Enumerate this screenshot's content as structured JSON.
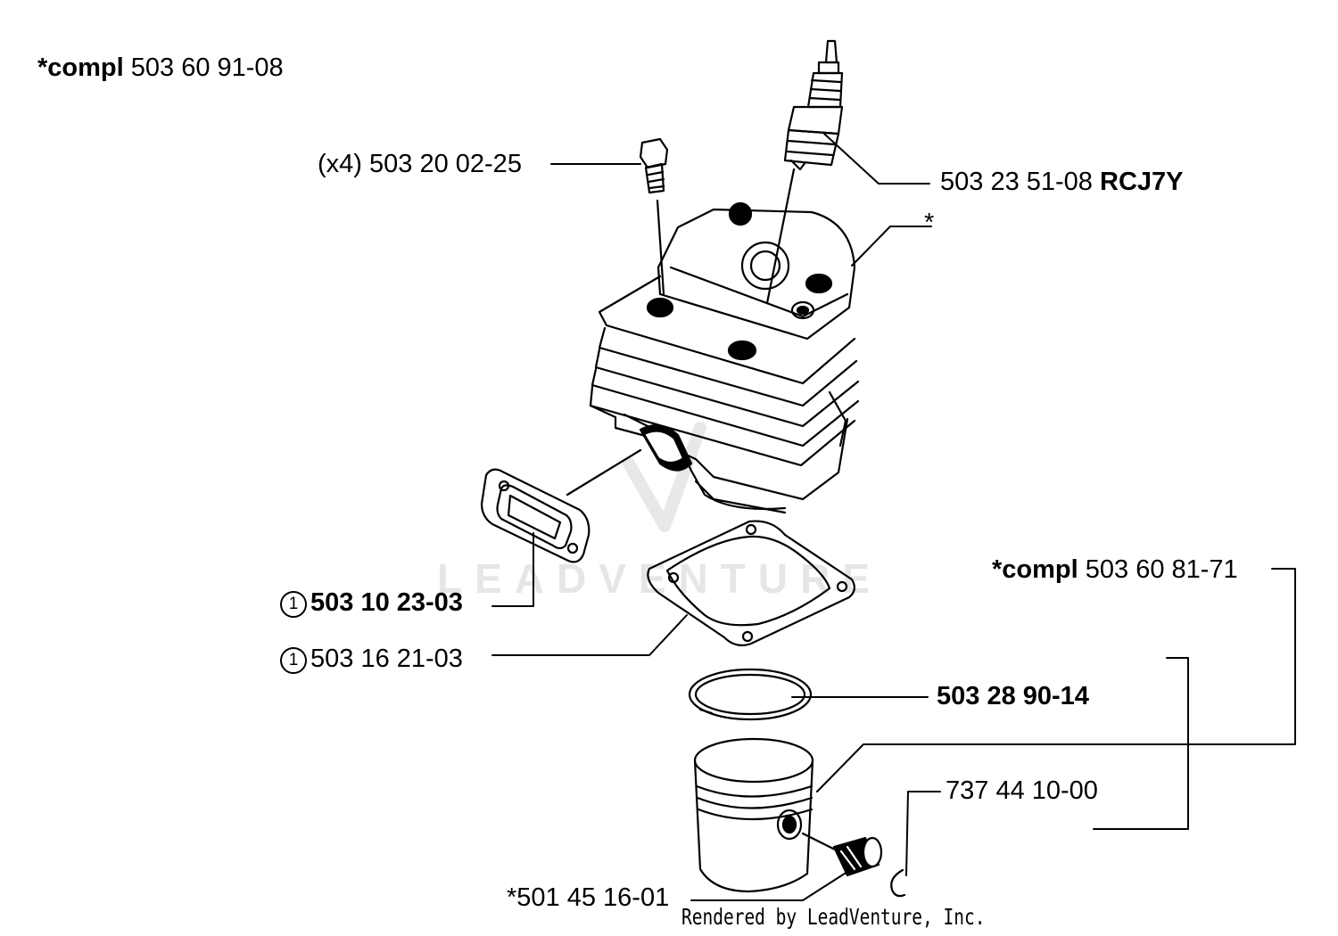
{
  "watermark": "LEADVENTURE",
  "footer": "Rendered by LeadVenture, Inc.",
  "callouts": {
    "cylinder_kit": {
      "prefix": "*compl",
      "number": "503 60 91-08"
    },
    "bolt": {
      "qty": "(x4)",
      "number": "503 20 02-25"
    },
    "spark_plug": {
      "number": "503 23 51-08",
      "type": "RCJ7Y"
    },
    "cylinder": {
      "mark": "*"
    },
    "exhaust_gasket": {
      "circle": "1",
      "number": "503 10 23-03"
    },
    "base_gasket": {
      "circle": "1",
      "number": "503 16 21-03"
    },
    "piston_kit": {
      "prefix": "*compl",
      "number": "503 60 81-71"
    },
    "piston_ring": {
      "number": "503 28 90-14"
    },
    "circlip": {
      "number": "737 44 10-00"
    },
    "needle_bearing": {
      "number": "*501 45 16-01"
    }
  }
}
